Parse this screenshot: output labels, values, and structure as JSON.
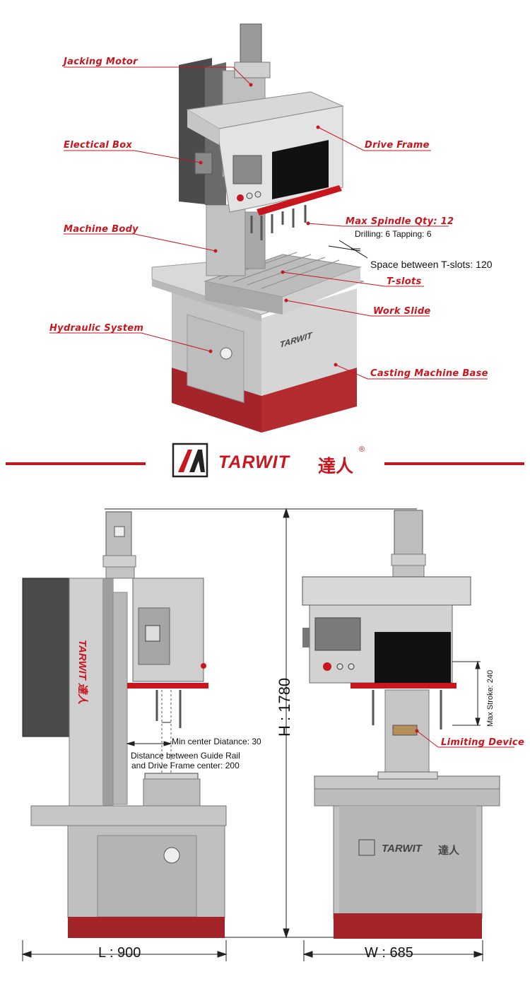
{
  "brand": {
    "logo_letters": "TA",
    "name": "TARWIT",
    "chinese": "達人",
    "registered": "®"
  },
  "colors": {
    "accent_red": "#c8161e",
    "dark_red": "#a3252a",
    "machine_gray": "#c9c9c9",
    "dark_panel": "#4b4b4b"
  },
  "labels_3d": {
    "jacking_motor": "Jacking Motor",
    "electrical_box": "Electical Box",
    "machine_body": "Machine Body",
    "hydraulic_system": "Hydraulic System",
    "drive_frame": "Drive Frame",
    "max_spindle": "Max Spindle Qty: 12",
    "drilling_tapping": "Drilling: 6  Tapping: 6",
    "tslot_space": "Space between T-slots: 120",
    "tslots": "T-slots",
    "work_slide": "Work Slide",
    "casting_base": "Casting Machine Base"
  },
  "side_view": {
    "min_center": "Min center Diatance: 30",
    "guide_rail_line1": "Distance between Guide Rail",
    "guide_rail_line2": "and Drive Frame center: 200",
    "height": "H : 1780",
    "length": "L  : 900",
    "body_brand_vertical": "TARWIT 達人"
  },
  "front_view": {
    "max_stroke": "Max Stroke: 240",
    "limiting_device": "Limiting Device",
    "width": "W : 685",
    "base_brand": "TARWIT",
    "base_brand_cn": "達人"
  }
}
